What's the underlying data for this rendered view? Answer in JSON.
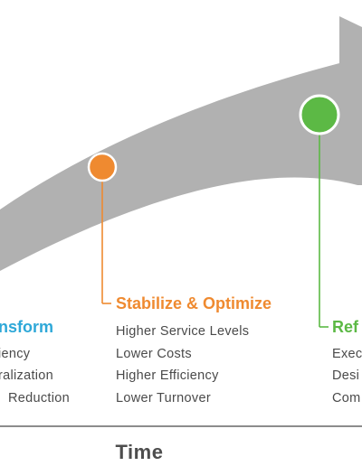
{
  "colors": {
    "arrow": "#a8a8a8",
    "transform": "#2ea8d8",
    "stabilize": "#ef8a30",
    "refine": "#5cb945",
    "text": "#4a4a4a",
    "axis": "#666666"
  },
  "phases": [
    {
      "title": "nsform",
      "items": [
        "iency",
        "ralization",
        "Reduction"
      ]
    },
    {
      "title": "Stabilize & Optimize",
      "items": [
        "Higher Service Levels",
        "Lower Costs",
        "Higher Efficiency",
        "Lower Turnover"
      ]
    },
    {
      "title": "Ref",
      "items": [
        "Exec",
        "Desi",
        "Com"
      ]
    }
  ],
  "axis": {
    "label": "Time"
  }
}
